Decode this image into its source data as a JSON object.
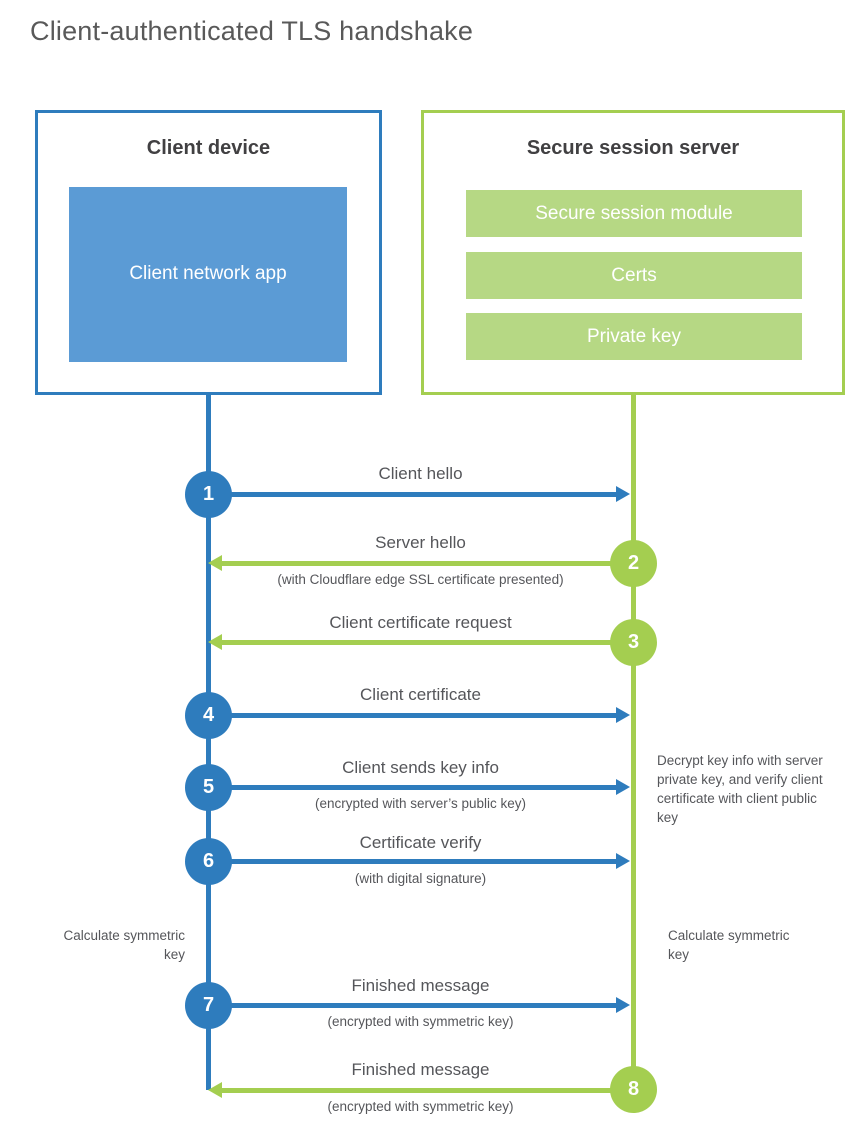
{
  "title": "Client-authenticated TLS handshake",
  "colors": {
    "client_blue": "#2e7cbd",
    "client_app_fill": "#5b9bd5",
    "server_green": "#a4ce50",
    "server_module_fill": "#b6d884",
    "label_gray": "#55565a"
  },
  "client_box": {
    "title": "Client device",
    "app_label": "Client network app"
  },
  "server_box": {
    "title": "Secure session server",
    "modules": [
      "Secure session module",
      "Certs",
      "Private key"
    ]
  },
  "messages": [
    {
      "number": "1",
      "from": "client",
      "to": "server",
      "label": "Client hello",
      "sublabel": ""
    },
    {
      "number": "2",
      "from": "server",
      "to": "client",
      "label": "Server hello",
      "sublabel": "(with Cloudflare edge SSL certificate presented)"
    },
    {
      "number": "3",
      "from": "server",
      "to": "client",
      "label": "Client certificate request",
      "sublabel": ""
    },
    {
      "number": "4",
      "from": "client",
      "to": "server",
      "label": "Client certificate",
      "sublabel": ""
    },
    {
      "number": "5",
      "from": "client",
      "to": "server",
      "label": "Client sends key info",
      "sublabel": "(encrypted with server’s public key)"
    },
    {
      "number": "6",
      "from": "client",
      "to": "server",
      "label": "Certificate verify",
      "sublabel": "(with digital signature)"
    },
    {
      "number": "7",
      "from": "client",
      "to": "server",
      "label": "Finished message",
      "sublabel": "(encrypted with symmetric key)"
    },
    {
      "number": "8",
      "from": "server",
      "to": "client",
      "label": "Finished message",
      "sublabel": "(encrypted with symmetric key)"
    }
  ],
  "annotations": {
    "server_note": "Decrypt key info with server private key, and verify client certificate with client public key",
    "client_calculate": "Calculate symmetric key",
    "server_calculate": "Calculate symmetric key"
  }
}
